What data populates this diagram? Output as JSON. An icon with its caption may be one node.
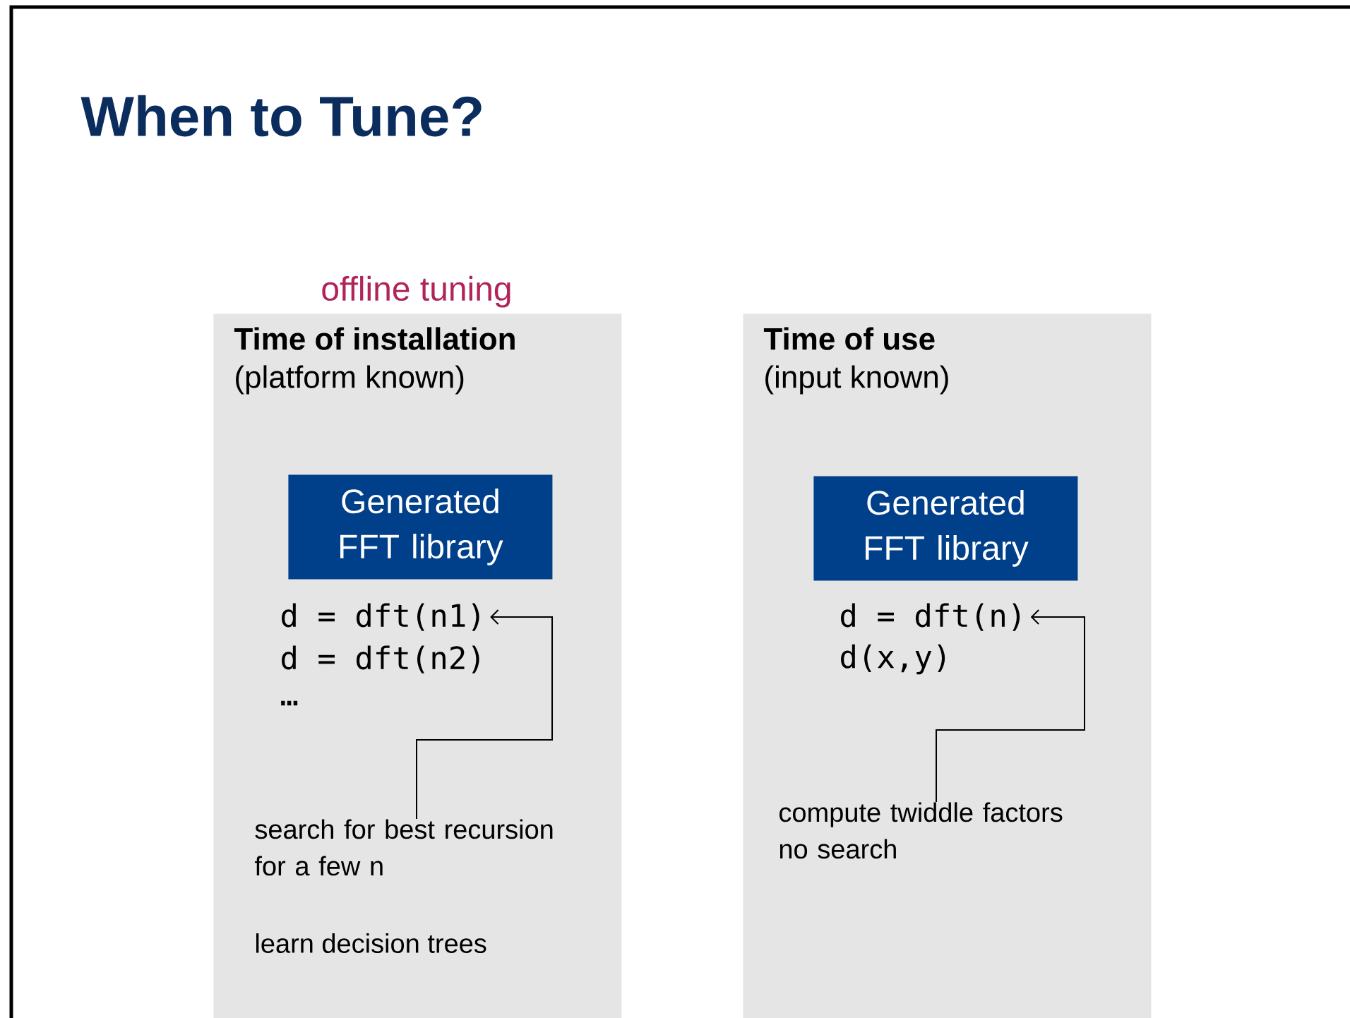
{
  "diagram": {
    "title": "When to Tune?",
    "nodes": [
      {
        "text": [
          "Time of installation",
          "(platform known)"
        ],
        "beside": [
          "offline tuning"
        ]
      },
      {
        "text": [
          "Generated FFT library"
        ],
        "in": 0
      },
      {
        "text": [
          "d = dft(n1)"
        ],
        "in": 0
      },
      {
        "text": [
          "search for best recursion for a few n"
        ],
        "in": 0
      },
      {
        "text": [
          "Time of use",
          "(input known)"
        ]
      },
      {
        "text": [
          "Generated FFT library"
        ],
        "in": 4
      },
      {
        "text": [
          "d = dft(n)"
        ],
        "in": 4
      },
      {
        "text": [
          "compute twiddle factors no search"
        ],
        "in": 4
      }
    ],
    "edges": [
      {
        "from": 3,
        "to": 2,
        "arrow": "to"
      },
      {
        "from": 7,
        "to": 6,
        "arrow": "to"
      }
    ],
    "labels": [
      "d = dft(n2)",
      "…",
      "learn decision trees",
      "d(x,y)"
    ]
  }
}
